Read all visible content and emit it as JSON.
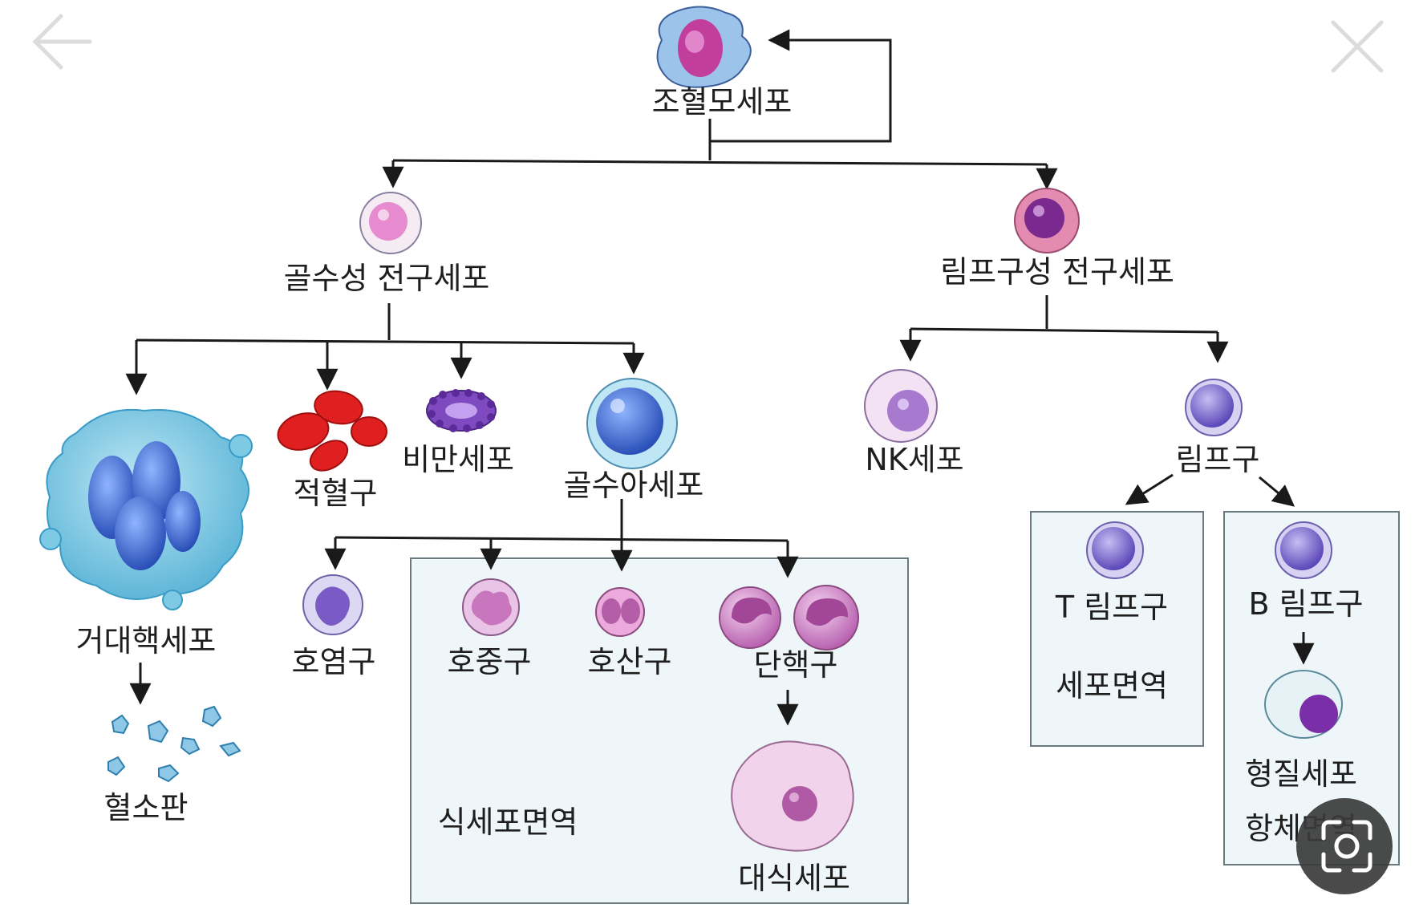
{
  "ui": {
    "back_icon": "arrow-left-icon",
    "close_icon": "close-x-icon",
    "lens_icon": "camera-lens-icon"
  },
  "cells": {
    "hsc": "조혈모세포",
    "myeloid_progenitor": "골수성 전구세포",
    "lymphoid_progenitor": "림프구성 전구세포",
    "megakaryocyte": "거대핵세포",
    "platelet": "혈소판",
    "erythrocyte": "적혈구",
    "mast_cell": "비만세포",
    "myeloblast": "골수아세포",
    "basophil": "호염구",
    "neutrophil": "호중구",
    "eosinophil": "호산구",
    "monocyte": "단핵구",
    "macrophage": "대식세포",
    "nk_cell": "NK세포",
    "lymphocyte": "림프구",
    "t_lymphocyte": "T 림프구",
    "b_lymphocyte": "B 림프구",
    "plasma_cell": "형질세포"
  },
  "groups": {
    "phagocytic_immunity": "식세포면역",
    "cellular_immunity": "세포면역",
    "antibody_immunity": "항체면역"
  },
  "colors": {
    "line": "#1a1a1a",
    "box_fill": "#eef6f9",
    "box_stroke": "#6b7a80",
    "erythrocyte": "#e02020",
    "megakaryocyte": "#7ec9e4",
    "lymphoid_cell": "#8e7fd0",
    "myeloid_cell": "#e2a6dc"
  }
}
